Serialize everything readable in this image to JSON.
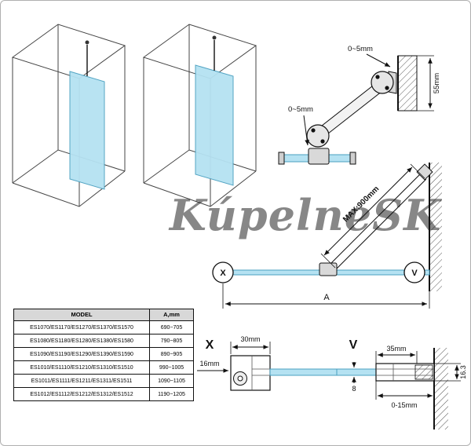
{
  "canvas": {
    "width": "600",
    "height": "568"
  },
  "colors": {
    "glass": "#b5e2f2",
    "glass_edge": "#4aa0c0",
    "line": "#111111",
    "metal": "#e0e0e0",
    "hatch": "#555555",
    "watermark": "#c6c6c6",
    "table_header_bg": "#d8d8d8"
  },
  "watermark": {
    "text": "KúpelneSK"
  },
  "bracket_detail": {
    "dim_gap_top": "0~5mm",
    "dim_height": "55mm",
    "dim_gap_bottom": "0~5mm"
  },
  "plan_view": {
    "dim_bar": "MAX:900mm",
    "label_x": "X",
    "label_v": "V",
    "dim_width": "A"
  },
  "section_x": {
    "label": "X",
    "dim_width": "30mm",
    "dim_depth": "16mm"
  },
  "section_v": {
    "label": "V",
    "dim_width": "35mm",
    "dim_total": "16.3",
    "dim_glass": "8",
    "dim_adjust": "0-15mm"
  },
  "table": {
    "header_model": "MODEL",
    "header_a": "A,mm",
    "rows": [
      {
        "model": "ES1070/ES1170/ES1270/ES1370/ES1570",
        "a": "690~705"
      },
      {
        "model": "ES1080/ES1180/ES1280/ES1380/ES1580",
        "a": "790~805"
      },
      {
        "model": "ES1090/ES1190/ES1290/ES1390/ES1590",
        "a": "890~905"
      },
      {
        "model": "ES1010/ES1110/ES1210/ES1310/ES1510",
        "a": "990~1005"
      },
      {
        "model": "ES1011/ES1111/ES1211/ES1311/ES1511",
        "a": "1090~1105"
      },
      {
        "model": "ES1012/ES1112/ES1212/ES1312/ES1512",
        "a": "1190~1205"
      }
    ]
  }
}
